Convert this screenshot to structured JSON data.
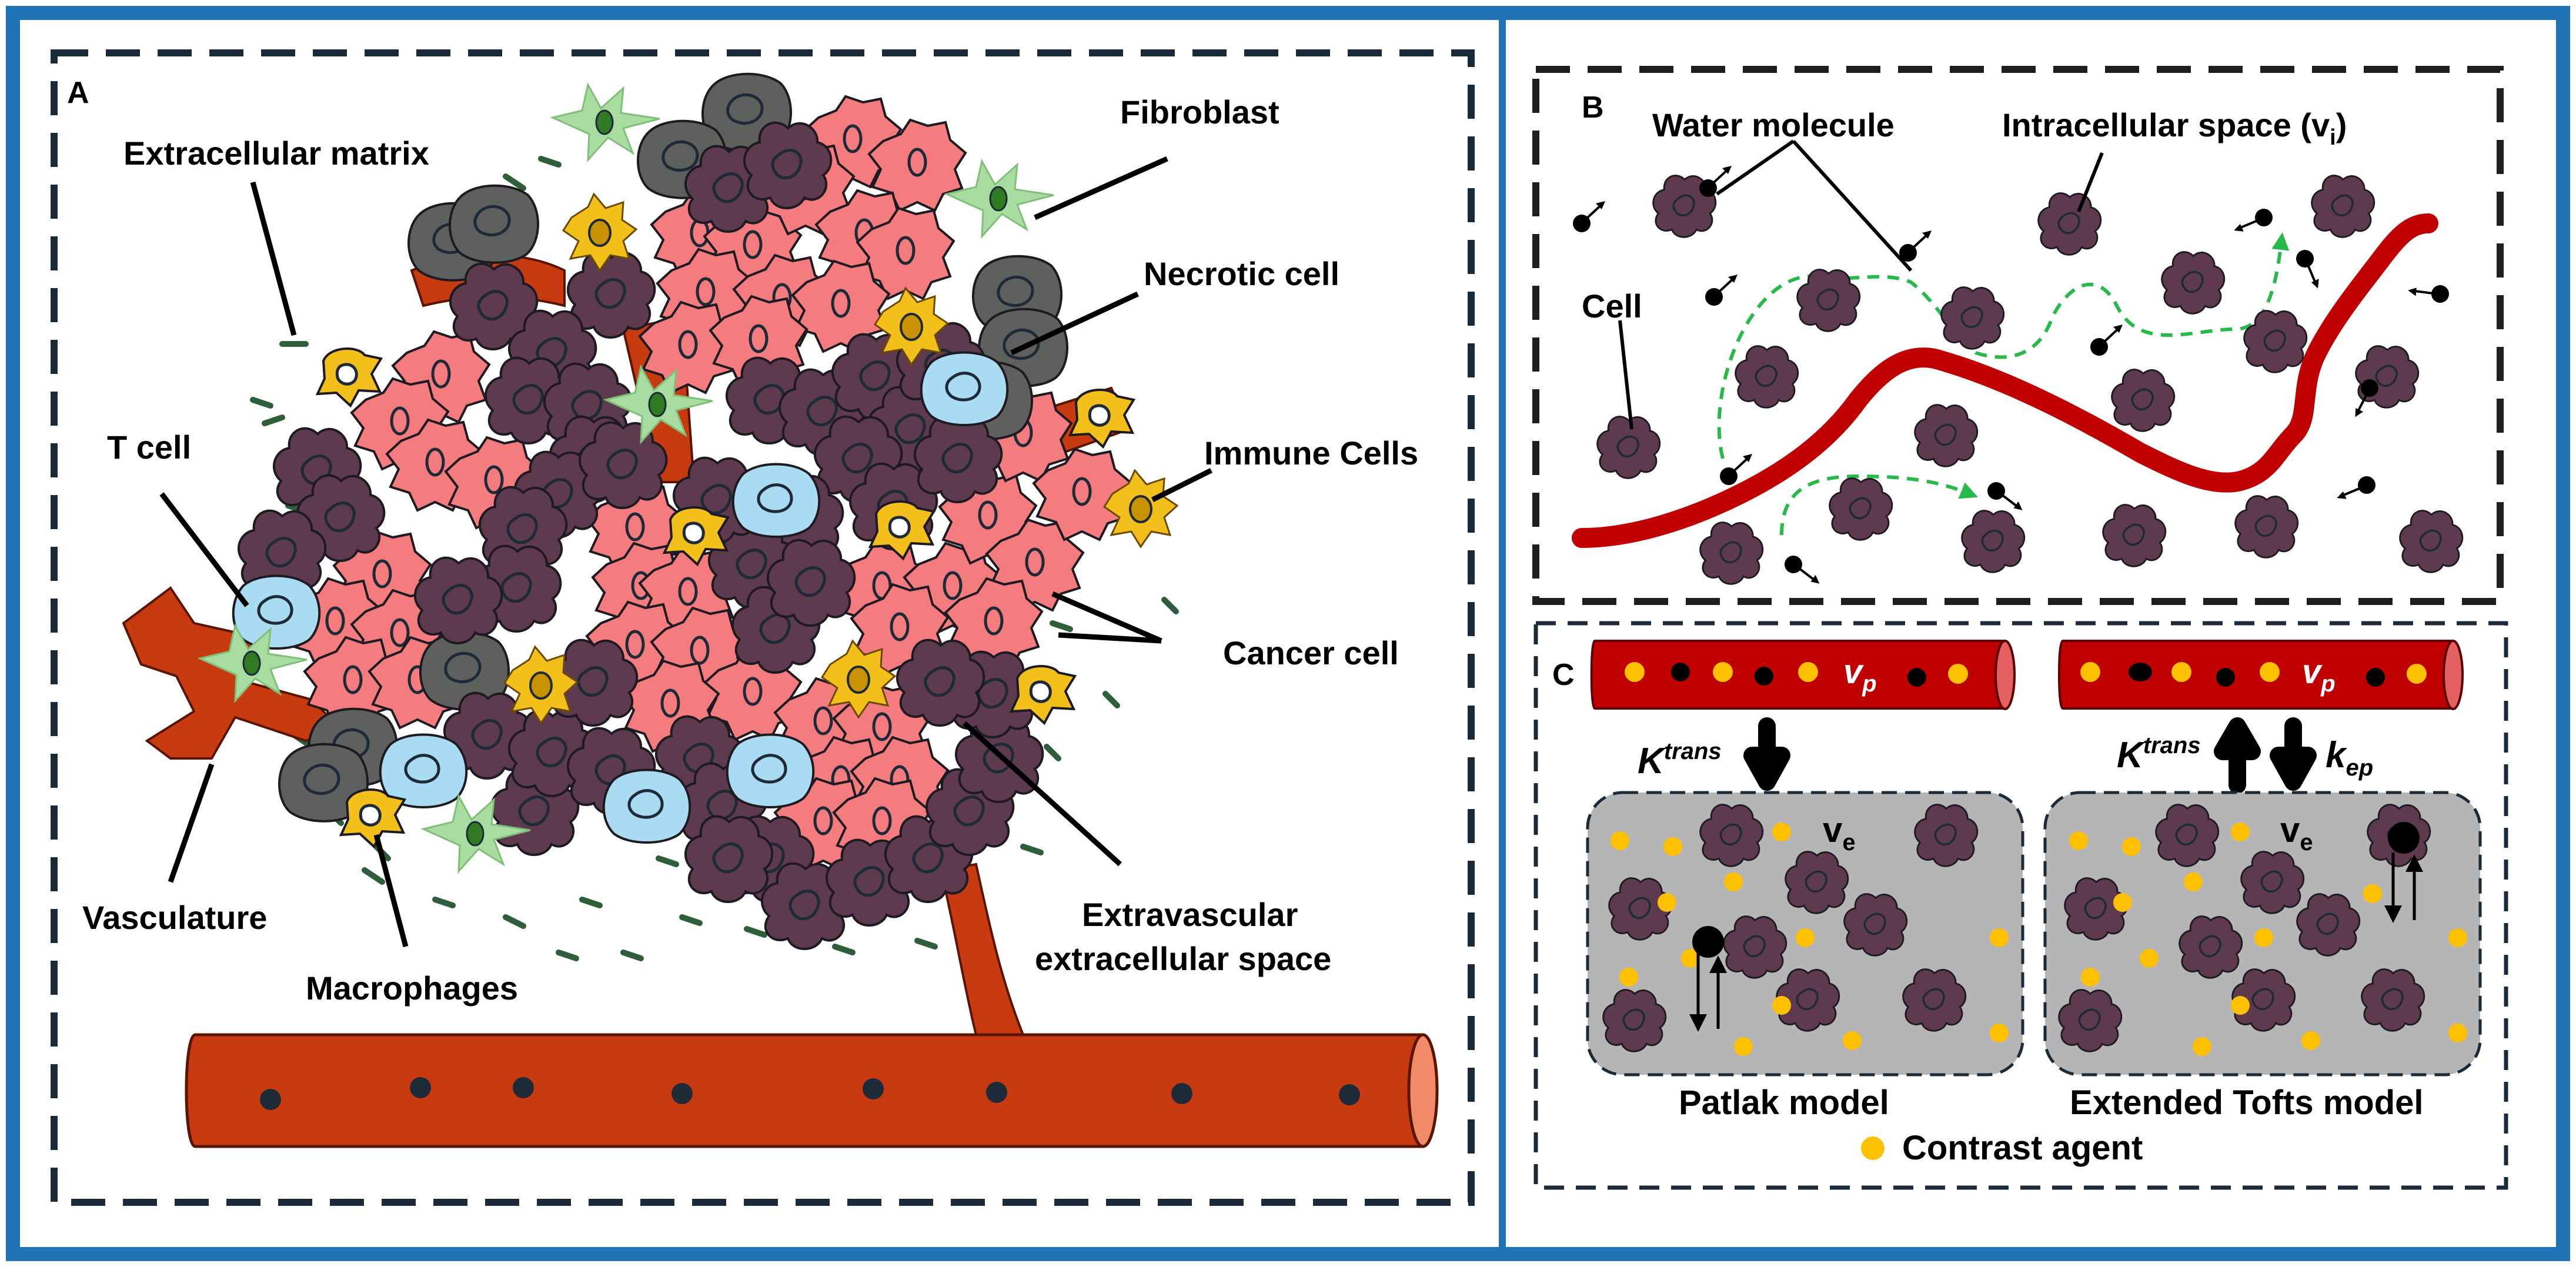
{
  "colors": {
    "frame_blue": "#1f73b7",
    "dash": "#1b2a38",
    "vessel": "#c83a0f",
    "capillary": "#c00000",
    "cancer_cell": "#f47b7e",
    "immune_cell": "#5e3a4e",
    "necrotic_cell": "#5e605e",
    "fibroblast": "#a8dca0",
    "t_cell": "#a9dbf2",
    "macrophage": "#f3c01b",
    "contrast_agent": "#ffc000",
    "ees_gray": "#b5b5b5"
  },
  "panel_a": {
    "letter": "A",
    "labels": {
      "ecm": "Extracellular matrix",
      "fibroblast": "Fibroblast",
      "necrotic": "Necrotic cell",
      "immune": "Immune Cells",
      "tcell": "T cell",
      "cancer": "Cancer cell",
      "vasculature": "Vasculature",
      "macrophages": "Macrophages",
      "ees_line1": "Extravascular",
      "ees_line2": "extracellular space"
    }
  },
  "panel_b": {
    "letter": "B",
    "labels": {
      "water": "Water molecule",
      "intracellular": "Intracellular space (v",
      "intracellular_sub": "i",
      "intracellular_close": ")",
      "cell": "Cell"
    }
  },
  "panel_c": {
    "letter": "C",
    "vp": "v",
    "vp_sub": "p",
    "ve": "v",
    "ve_sub": "e",
    "ktrans": "K",
    "ktrans_sup": "trans",
    "kep": "k",
    "kep_sub": "ep",
    "patlak": "Patlak model",
    "tofts": "Extended Tofts model",
    "legend": "Contrast agent"
  }
}
